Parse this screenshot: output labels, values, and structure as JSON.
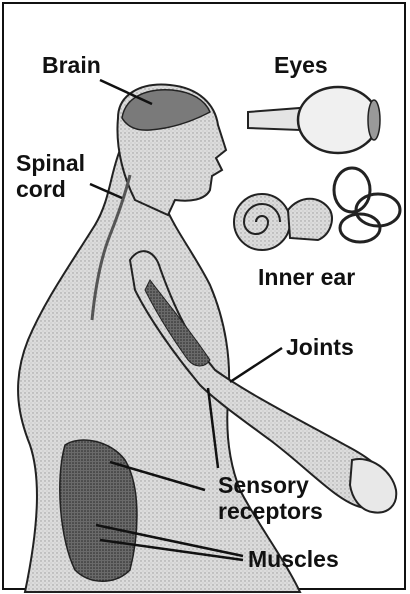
{
  "labels": {
    "brain": "Brain",
    "eyes": "Eyes",
    "spinal_cord_line1": "Spinal",
    "spinal_cord_line2": "cord",
    "inner_ear": "Inner ear",
    "joints": "Joints",
    "sensory_receptors_line1": "Sensory",
    "sensory_receptors_line2": "receptors",
    "muscles": "Muscles"
  },
  "colors": {
    "ink": "#111111",
    "skin": "#d9d9d9",
    "shadow": "#8a8a8a",
    "muscle": "#3a3a3a",
    "background": "#ffffff"
  }
}
